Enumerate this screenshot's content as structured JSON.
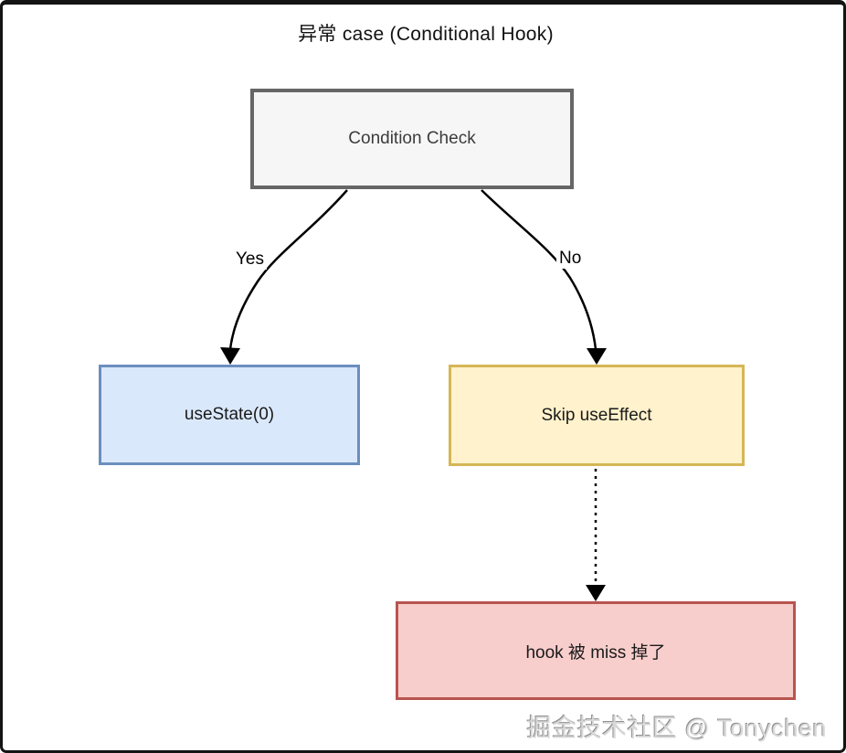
{
  "diagram": {
    "title": "异常 case (Conditional Hook)",
    "nodes": {
      "condition": {
        "label": "Condition Check"
      },
      "use_state": {
        "label": "useState(0)"
      },
      "skip_effect": {
        "label": "Skip useEffect"
      },
      "hook_missed": {
        "label": "hook 被 miss 掉了"
      }
    },
    "edges": {
      "yes": {
        "label": "Yes",
        "from": "condition",
        "to": "use_state",
        "style": "solid-curved"
      },
      "no": {
        "label": "No",
        "from": "condition",
        "to": "skip_effect",
        "style": "solid-curved"
      },
      "missed": {
        "label": "",
        "from": "skip_effect",
        "to": "hook_missed",
        "style": "dotted-straight"
      }
    },
    "colors": {
      "condition_fill": "#f6f6f6",
      "condition_border": "#666666",
      "use_state_fill": "#dae8fc",
      "use_state_border": "#6c8ebf",
      "skip_effect_fill": "#fff2cc",
      "skip_effect_border": "#d6b656",
      "hook_missed_fill": "#f8cecc",
      "hook_missed_border": "#b85450",
      "arrow": "#000000",
      "frame_border": "#141414"
    },
    "watermark": "掘金技术社区 @ Tonychen"
  }
}
